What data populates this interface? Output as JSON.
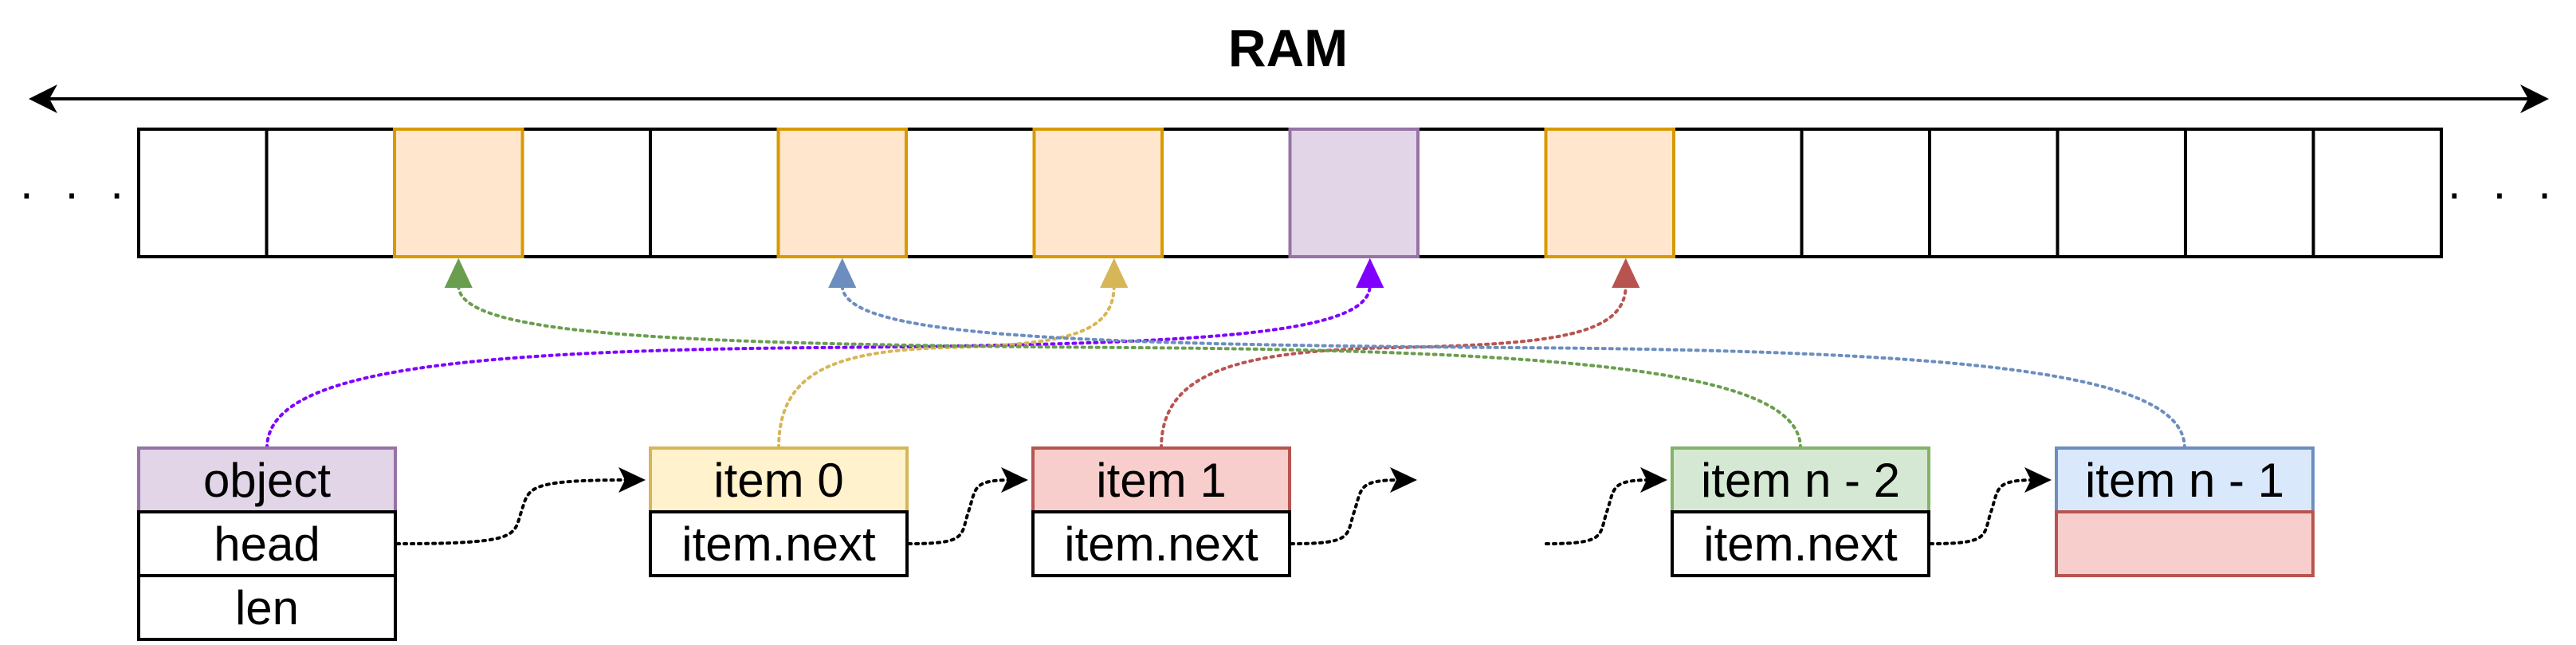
{
  "diagram": {
    "title": "RAM",
    "ellipsis_left": "· · ·",
    "ellipsis_right": "· · ·",
    "memory": {
      "cell_count": 18,
      "highlighted": [
        {
          "index": 2,
          "fill": "#ffe6cc",
          "stroke": "#d79b00"
        },
        {
          "index": 5,
          "fill": "#ffe6cc",
          "stroke": "#d79b00"
        },
        {
          "index": 7,
          "fill": "#ffe6cc",
          "stroke": "#d79b00"
        },
        {
          "index": 9,
          "fill": "#e1d5e7",
          "stroke": "#9673a6"
        },
        {
          "index": 11,
          "fill": "#ffe6cc",
          "stroke": "#d79b00"
        }
      ]
    },
    "nodes": {
      "object": {
        "header": "object",
        "fields": [
          "head",
          "len"
        ],
        "fill": "#e1d5e7",
        "stroke": "#9673a6"
      },
      "item0": {
        "header": "item 0",
        "field": "item.next",
        "fill": "#fff2cc",
        "stroke": "#d6b656"
      },
      "item1": {
        "header": "item 1",
        "field": "item.next",
        "fill": "#f8cecc",
        "stroke": "#b85450"
      },
      "item_n2": {
        "header": "item n - 2",
        "field": "item.next",
        "fill": "#d5e8d4",
        "stroke": "#82b366"
      },
      "item_n1": {
        "header": "item n - 1",
        "field": "",
        "fill": "#dae8fc",
        "stroke": "#6c8ebf",
        "field_fill": "#f8cecc",
        "field_stroke": "#b85450"
      }
    },
    "pointer_colors": {
      "object": "#7f00ff",
      "item0": "#d6b656",
      "item1": "#b85450",
      "item_n2": "#6a9e4f",
      "item_n1": "#6c8ebf"
    }
  }
}
